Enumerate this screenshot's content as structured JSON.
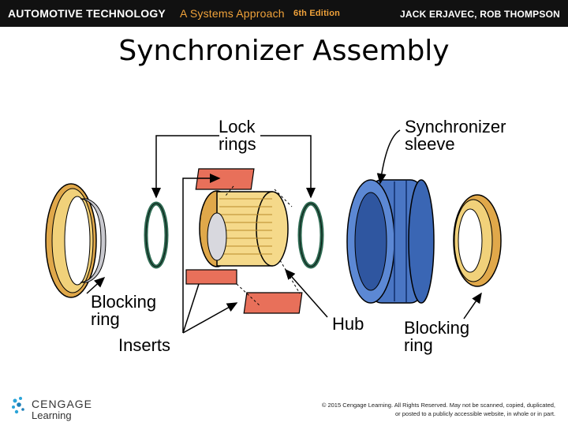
{
  "header": {
    "title": "AUTOMOTIVE TECHNOLOGY",
    "subtitle": "A Systems Approach",
    "edition": "6th Edition",
    "authors": "JACK ERJAVEC, ROB THOMPSON",
    "background": "#111111",
    "accent": "#f0a23a"
  },
  "slide": {
    "title": "Synchronizer Assembly"
  },
  "diagram": {
    "labels": {
      "lock_rings": [
        "Lock",
        "rings"
      ],
      "synchronizer_sleeve": [
        "Synchronizer",
        "sleeve"
      ],
      "blocking_ring_left": [
        "Blocking",
        "ring"
      ],
      "inserts": "Inserts",
      "hub": "Hub",
      "blocking_ring_right": [
        "Blocking",
        "ring"
      ]
    },
    "colors": {
      "blocking_ring": "#f1d17a",
      "blocking_ring_inner": "#c9c9cf",
      "lock_ring": "#2e6a52",
      "hub": "#f5d98a",
      "insert": "#e8705a",
      "sleeve": "#4a76c4"
    }
  },
  "footer": {
    "logo": [
      "CENGAGE",
      "Learning"
    ],
    "copyright": "© 2015 Cengage Learning. All Rights Reserved. May not be scanned, copied, duplicated, or posted to a publicly accessible website, in whole or in part."
  }
}
